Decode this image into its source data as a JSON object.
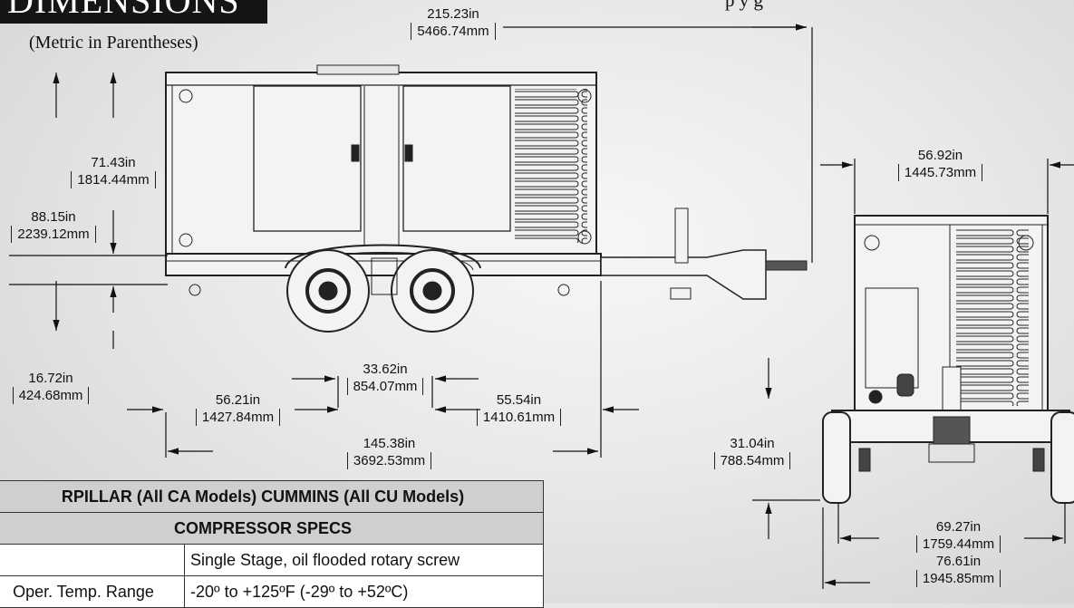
{
  "header": {
    "title": "DIMENSIONS",
    "subtitle": "(Metric in Parentheses)",
    "top_right_fragment": "p                       y       g"
  },
  "dimensions": {
    "overall_length": {
      "in": "215.23in",
      "mm": "5466.74mm"
    },
    "body_height": {
      "in": "71.43in",
      "mm": "1814.44mm"
    },
    "overall_height": {
      "in": "88.15in",
      "mm": "2239.12mm"
    },
    "ground_clearance": {
      "in": "16.72in",
      "mm": "424.68mm"
    },
    "axle_spacing": {
      "in": "33.62in",
      "mm": "854.07mm"
    },
    "front_overhang": {
      "in": "56.21in",
      "mm": "1427.84mm"
    },
    "rear_overhang": {
      "in": "55.54in",
      "mm": "1410.61mm"
    },
    "body_length": {
      "in": "145.38in",
      "mm": "3692.53mm"
    },
    "body_width": {
      "in": "56.92in",
      "mm": "1445.73mm"
    },
    "hitch_height": {
      "in": "31.04in",
      "mm": "788.54mm"
    },
    "track_width": {
      "in": "69.27in",
      "mm": "1759.44mm"
    },
    "overall_width": {
      "in": "76.61in",
      "mm": "1945.85mm"
    }
  },
  "specs_table": {
    "engine_header": "RPILLAR (All CA Models) CUMMINS (All CU Models)",
    "section_header": "COMPRESSOR SPECS",
    "rows": [
      {
        "label": "",
        "value": "Single Stage, oil flooded rotary screw"
      },
      {
        "label": "Oper. Temp. Range",
        "value": "-20º to +125ºF (-29º to +52ºC)"
      }
    ]
  }
}
